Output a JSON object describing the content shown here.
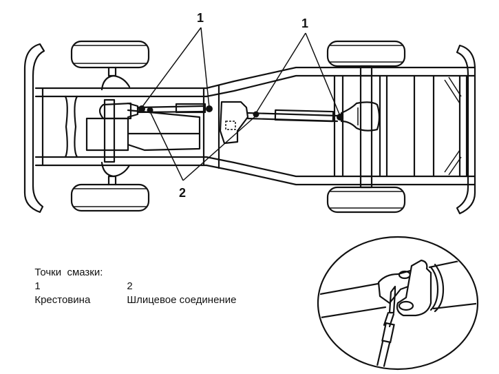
{
  "diagram": {
    "title": "Lubrication points of propeller shaft on chassis",
    "callouts": [
      {
        "id": "1",
        "label": "1",
        "meaning": "Крестовина"
      },
      {
        "id": "2",
        "label": "2",
        "meaning": "Шлицевое соединение"
      }
    ],
    "legend": {
      "heading": "Точки  смазки:",
      "items": [
        {
          "number": "1",
          "text": "Крестовина"
        },
        {
          "number": "2",
          "text": "Шлицевое соединение"
        }
      ]
    },
    "detail_view": "universal-joint-with-grease-gun"
  }
}
